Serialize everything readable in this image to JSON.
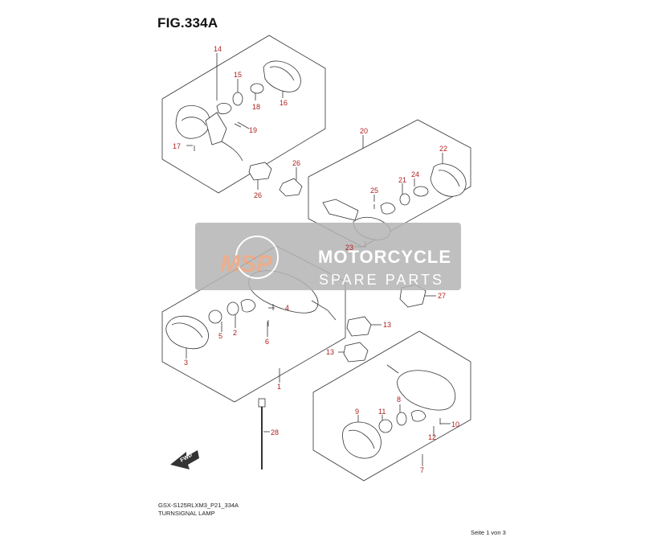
{
  "figure": {
    "title": "FIG.334A",
    "model_code": "GSX-S125RLXM3_P21_334A",
    "name": "TURNSIGNAL LAMP",
    "page": "Seite 1 von 3"
  },
  "watermark": {
    "logo": "MSP",
    "line1": "MOTORCYCLE",
    "line2": "SPARE PARTS"
  },
  "direction_arrow": "FWD",
  "callouts": {
    "c1": "1",
    "c2": "2",
    "c3": "3",
    "c4": "4",
    "c5": "5",
    "c6": "6",
    "c7": "7",
    "c8": "8",
    "c9": "9",
    "c10": "10",
    "c11": "11",
    "c12": "12",
    "c13a": "13",
    "c13b": "13",
    "c14": "14",
    "c15": "15",
    "c16": "16",
    "c17": "17",
    "c18": "18",
    "c19": "19",
    "c20": "20",
    "c21": "21",
    "c22": "22",
    "c23": "23",
    "c24": "24",
    "c25": "25",
    "c26a": "26",
    "c26b": "26",
    "c27": "27",
    "c28": "28"
  },
  "colors": {
    "callout": "#b01e1e",
    "line": "#333333",
    "watermark_bg": "#b4b4b4",
    "watermark_logo": "#e8a07a"
  }
}
